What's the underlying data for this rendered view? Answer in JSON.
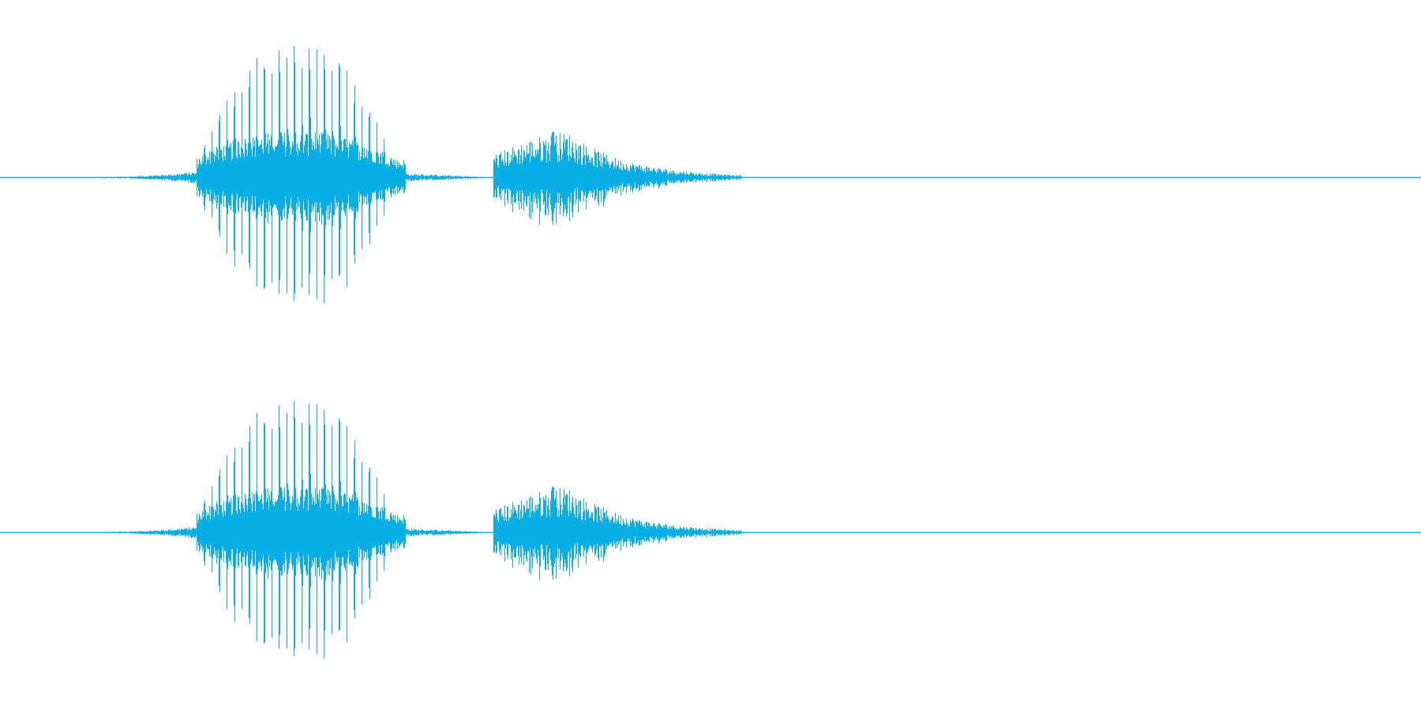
{
  "waveform": {
    "channels": [
      {
        "name": ""
      },
      {
        "name": ""
      }
    ],
    "color": "#0aaee6",
    "background": "#ffffff",
    "bursts": [
      {
        "start": 0.138,
        "end": 0.285,
        "peak": 0.98,
        "shape": "strong-voiced"
      },
      {
        "start": 0.347,
        "end": 0.522,
        "peak": 0.32,
        "shape": "soft-decay"
      }
    ]
  }
}
